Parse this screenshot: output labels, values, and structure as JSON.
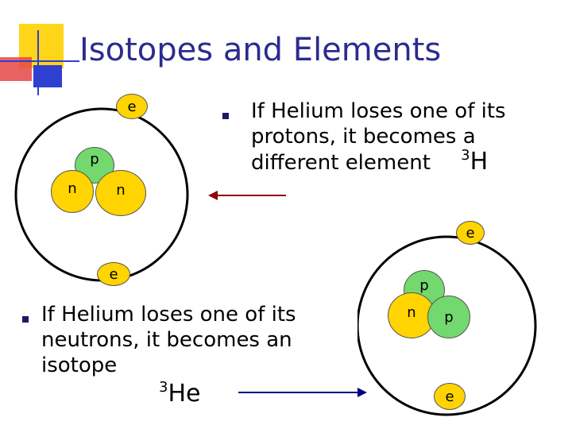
{
  "slide": {
    "title": "Isotopes and Elements",
    "colors": {
      "title": "#2b2b8f",
      "neutron": "#ffd400",
      "proton": "#73d86e",
      "electron": "#ffd400",
      "bullet": "#1a1a66"
    }
  },
  "atom_left": {
    "electron": "e",
    "proton": "p",
    "neutron1": "n",
    "neutron2": "n",
    "electron2": "e"
  },
  "bullet_top": {
    "line1": "If Helium loses one of its",
    "line2": "protons, it becomes a",
    "line3": "different element",
    "symbol_sup": "3",
    "symbol": "H"
  },
  "atom_right": {
    "electron_top": "e",
    "proton1": "p",
    "neutron": "n",
    "proton2": "p",
    "electron_bottom": "e"
  },
  "bullet_bottom": {
    "line1": "If Helium loses one of its",
    "line2": "neutrons, it becomes an",
    "line3": "isotope",
    "symbol_sup": "3",
    "symbol": "He"
  }
}
